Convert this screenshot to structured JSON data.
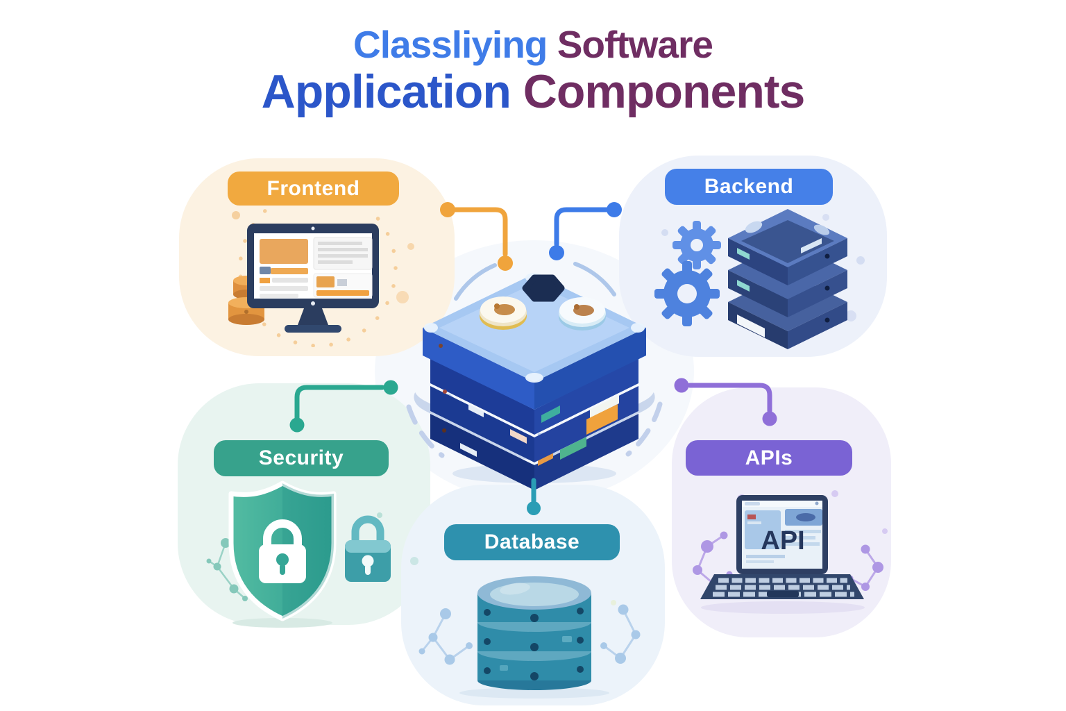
{
  "title": {
    "line1_word1": "Classliying",
    "line1_word2": "Software",
    "line2_word1": "Application",
    "line2_word2": "Components",
    "colors": {
      "blue1": "#3F7CE8",
      "blue2": "#2B56C9",
      "purple": "#6F2D62"
    }
  },
  "sections": {
    "frontend": {
      "label": "Frontend",
      "pill_color": "#F1A93F",
      "blob_color": "#FCF2E2",
      "connector_color": "#F0A43C",
      "illustration": "desktop-monitor-with-coins"
    },
    "backend": {
      "label": "Backend",
      "pill_color": "#4580E8",
      "blob_color": "#EDF1FA",
      "connector_color": "#3D7BE8",
      "illustration": "server-stack-with-gears"
    },
    "security": {
      "label": "Security",
      "pill_color": "#37A28C",
      "blob_color": "#E8F4F0",
      "connector_color": "#2AA890",
      "illustration": "shield-with-padlocks"
    },
    "database": {
      "label": "Database",
      "pill_color": "#2E91AE",
      "blob_color": "#ECF3FA",
      "connector_color": "#2A9DB5",
      "illustration": "database-cylinder-stack"
    },
    "apis": {
      "label": "APIs",
      "pill_color": "#7A63D4",
      "blob_color": "#F0EEF9",
      "connector_color": "#8F6FD8",
      "illustration": "laptop-showing-api",
      "laptop_screen_text": "API"
    }
  },
  "center": {
    "illustration": "isometric-application-layer-stack"
  }
}
